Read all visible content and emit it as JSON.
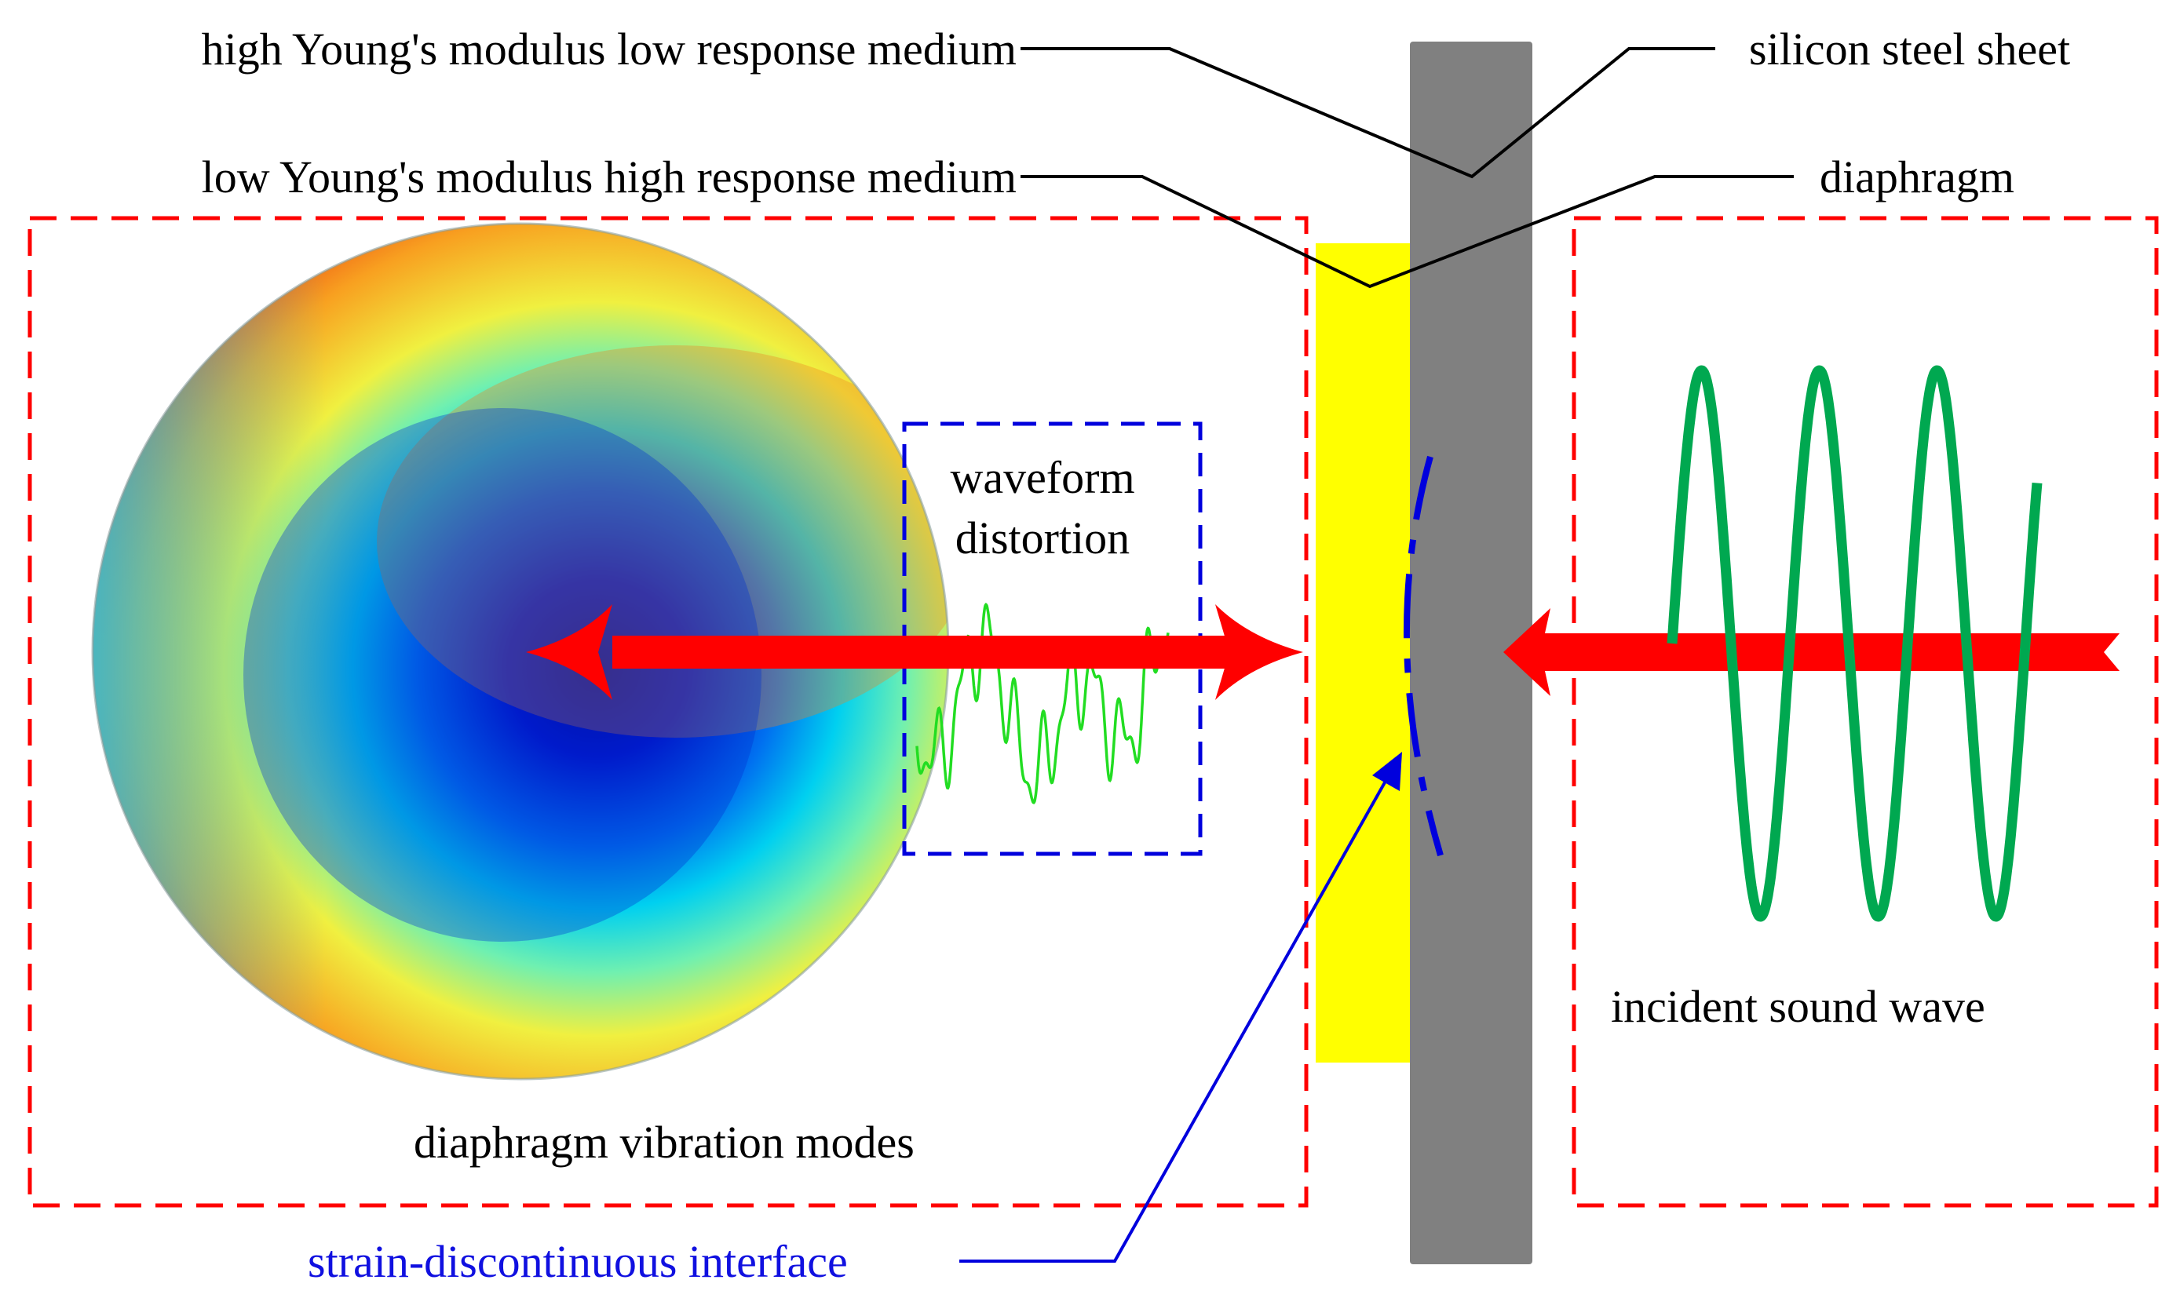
{
  "labels": {
    "high_medium": "high Young's modulus low response medium",
    "low_medium": "low Young's modulus high response medium",
    "silicon_steel": "silicon steel sheet",
    "diaphragm": "diaphragm",
    "waveform_distortion_1": "waveform",
    "waveform_distortion_2": "distortion",
    "incident_sound_wave": "incident sound wave",
    "vibration_modes": "diaphragm vibration modes",
    "strain_interface": "strain-discontinuous interface"
  },
  "colors": {
    "red_dash": "#ff0000",
    "blue_dash": "#0000dd",
    "yellow_layer": "#ffff00",
    "steel_gray": "#808080",
    "sound_wave": "#00a850",
    "distortion_wave": "#22dd22",
    "arrow_red": "#ff0000",
    "interface_blue": "#1010e0"
  },
  "icons": {
    "vibration_mode_disc": "modal-contour-disc",
    "sound_wave": "sinusoid-wave",
    "distortion": "distorted-waveform"
  }
}
